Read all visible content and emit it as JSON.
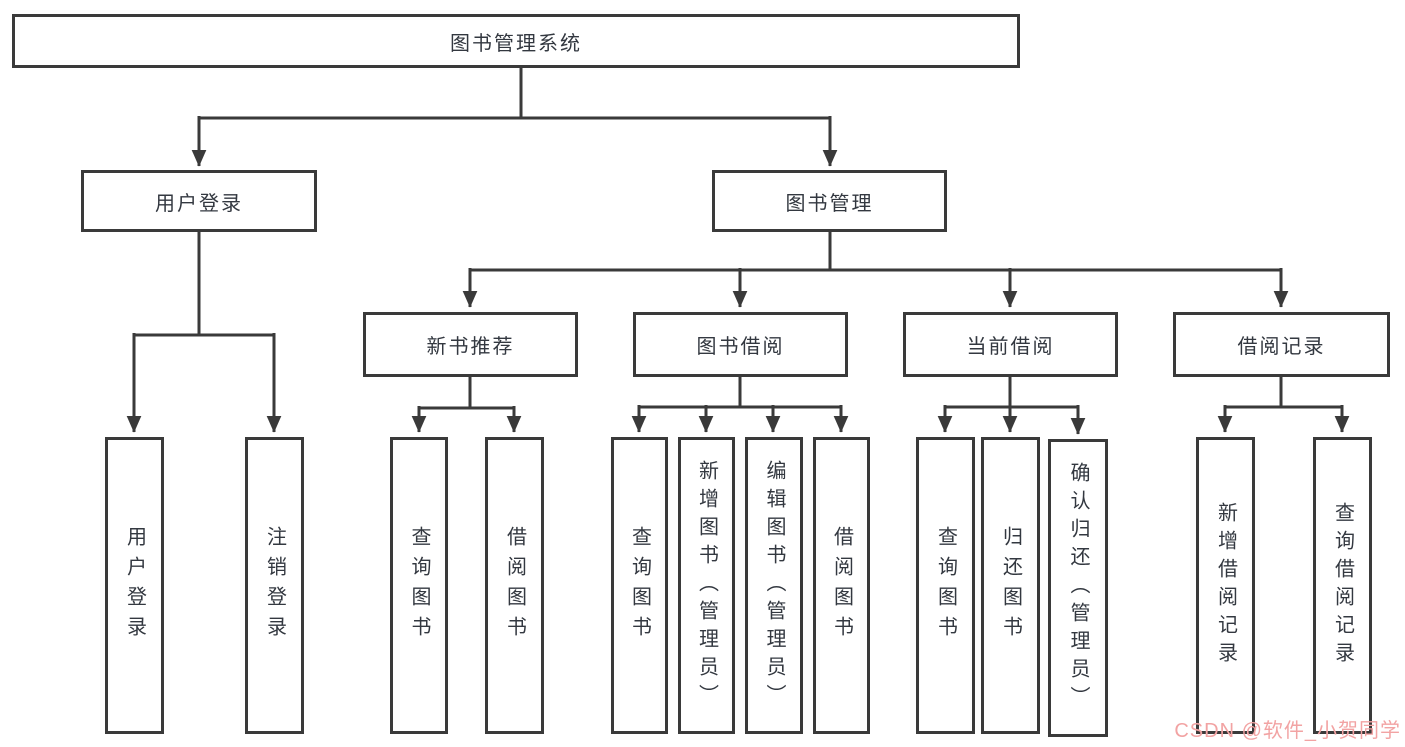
{
  "tree": {
    "label": "图书管理系统",
    "children": [
      {
        "label": "用户登录",
        "children": [
          {
            "label": "用户登录"
          },
          {
            "label": "注销登录"
          }
        ]
      },
      {
        "label": "图书管理",
        "children": [
          {
            "label": "新书推荐",
            "children": [
              {
                "label": "查询图书"
              },
              {
                "label": "借阅图书"
              }
            ]
          },
          {
            "label": "图书借阅",
            "children": [
              {
                "label": "查询图书"
              },
              {
                "label": "新增图书（管理员）"
              },
              {
                "label": "编辑图书（管理员）"
              },
              {
                "label": "借阅图书"
              }
            ]
          },
          {
            "label": "当前借阅",
            "children": [
              {
                "label": "查询图书"
              },
              {
                "label": "归还图书"
              },
              {
                "label": "确认归还（管理员）"
              }
            ]
          },
          {
            "label": "借阅记录",
            "children": [
              {
                "label": "新增借阅记录"
              },
              {
                "label": "查询借阅记录"
              }
            ]
          }
        ]
      }
    ]
  },
  "watermark": {
    "text": "CSDN @软件_小贺同学"
  },
  "colors": {
    "line": "#3a3a3a",
    "text": "#333840",
    "watermark": "#f2a3a3",
    "background": "#ffffff"
  }
}
